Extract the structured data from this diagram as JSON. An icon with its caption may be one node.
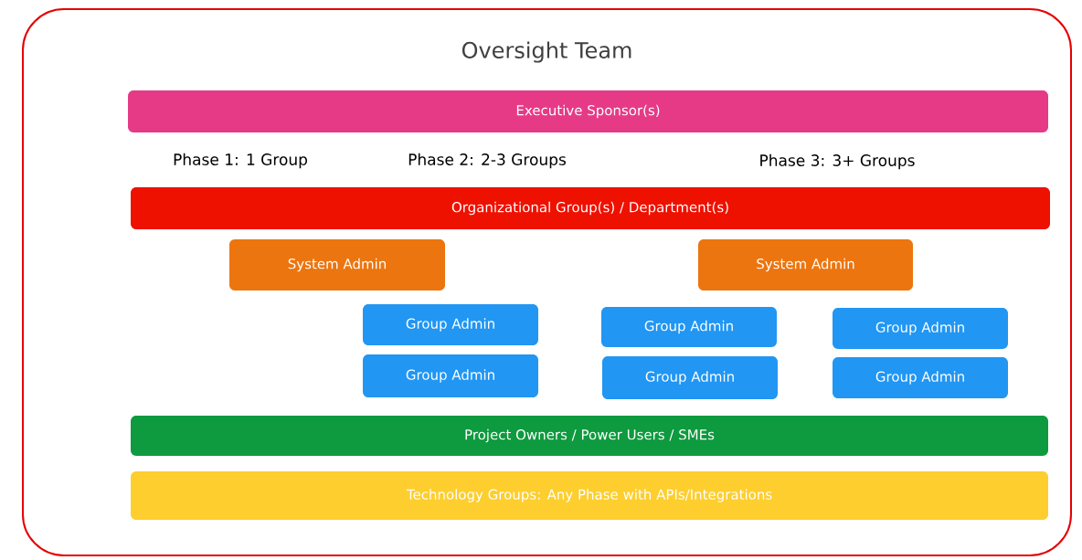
{
  "diagram": {
    "nodes": [
      {
        "text": [
          "Oversight Team"
        ]
      },
      {
        "text": [
          "Executive Sponsor(s)"
        ],
        "in": 0
      },
      {
        "text": [
          "Organizational Group(s) / Department(s)"
        ],
        "in": 0
      },
      {
        "text": [
          "System Admin"
        ],
        "in": 0
      },
      {
        "text": [
          "System Admin"
        ],
        "in": 0
      },
      {
        "text": [
          "Group Admin"
        ],
        "in": 0
      },
      {
        "text": [
          "Group Admin"
        ],
        "in": 0
      },
      {
        "text": [
          "Group Admin"
        ],
        "in": 0
      },
      {
        "text": [
          "Group Admin"
        ],
        "in": 0
      },
      {
        "text": [
          "Group Admin"
        ],
        "in": 0
      },
      {
        "text": [
          "Group Admin"
        ],
        "in": 0
      },
      {
        "text": [
          "Project Owners / Power Users / SMEs"
        ],
        "in": 0
      },
      {
        "text": [
          "Technology Groups: Any Phase with APIs/Integrations"
        ],
        "in": 0
      }
    ],
    "labels": [
      "Phase 1: 1 Group",
      "Phase 2: 2-3 Groups",
      "Phase 3: 3+ Groups"
    ]
  }
}
